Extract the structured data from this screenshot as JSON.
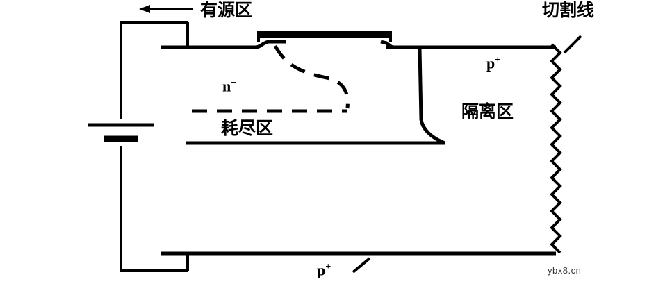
{
  "diagram": {
    "title": "Semiconductor device cross-section with bias source",
    "labels": {
      "active_region": "有源区",
      "cut_line": "切割线",
      "p_plus_top": "p",
      "p_plus_top_sup": "+",
      "isolation_region": "隔离区",
      "n_minus": "n",
      "n_minus_sup": "−",
      "depletion_region": "耗尽区",
      "p_plus_bottom": "p",
      "p_plus_bottom_sup": "+",
      "watermark": "ybx8.cn"
    },
    "colors": {
      "line": "#000000",
      "background": "#ffffff",
      "watermark": "#333333"
    }
  }
}
